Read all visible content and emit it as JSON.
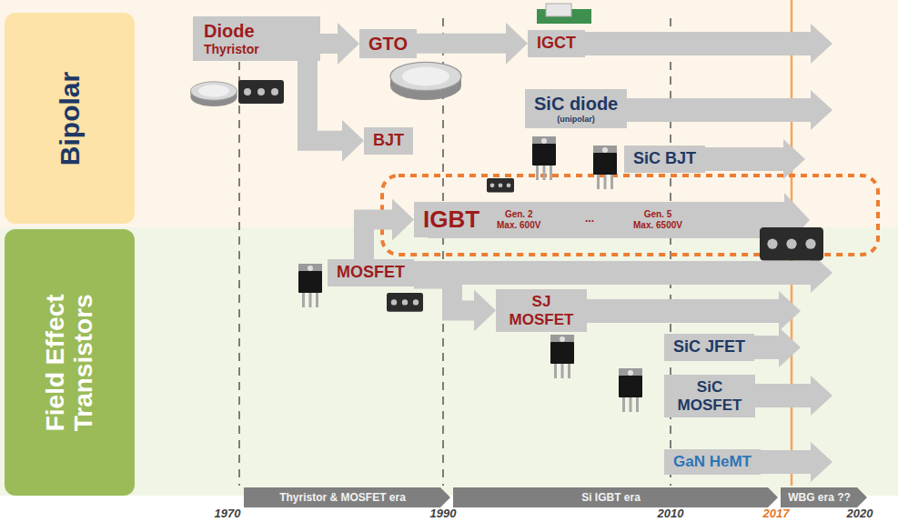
{
  "diagram": {
    "nodes": [
      {
        "text": [
          "Bipolar"
        ]
      },
      {
        "text": [
          "Field Effect Transistors"
        ]
      },
      {
        "text": [
          "Diode",
          "Thyristor"
        ]
      },
      {
        "text": [
          "GTO"
        ]
      },
      {
        "text": [
          "IGCT"
        ]
      },
      {
        "text": [
          "SiC diode",
          "(unipolar)"
        ]
      },
      {
        "text": [
          "SiC BJT"
        ]
      },
      {
        "text": [
          "BJT"
        ]
      },
      {
        "text": [
          "IGBT"
        ]
      },
      {
        "text": [
          "Gen. 2",
          "Max. 600V"
        ]
      },
      {
        "text": [
          "Gen. 5",
          "Max. 6500V"
        ]
      },
      {
        "text": [
          "MOSFET"
        ]
      },
      {
        "text": [
          "SJ MOSFET"
        ]
      },
      {
        "text": [
          "SiC JFET"
        ]
      },
      {
        "text": [
          "SiC MOSFET"
        ]
      },
      {
        "text": [
          "GaN HeMT"
        ]
      },
      {
        "text": [
          "Thyristor & MOSFET era"
        ]
      },
      {
        "text": [
          "Si IGBT era"
        ]
      },
      {
        "text": [
          "WBG era ??"
        ]
      }
    ],
    "edges": [
      {
        "from": 2,
        "to": 3,
        "arrow": "to"
      },
      {
        "from": 2,
        "to": 7,
        "arrow": "to"
      },
      {
        "from": 3,
        "to": 4,
        "arrow": "to"
      },
      {
        "from": 11,
        "to": 8,
        "arrow": "to"
      },
      {
        "from": 11,
        "to": 12,
        "arrow": "to"
      }
    ],
    "labels": [
      "...",
      "1970",
      "1990",
      "2010",
      "2017",
      "2020"
    ]
  }
}
